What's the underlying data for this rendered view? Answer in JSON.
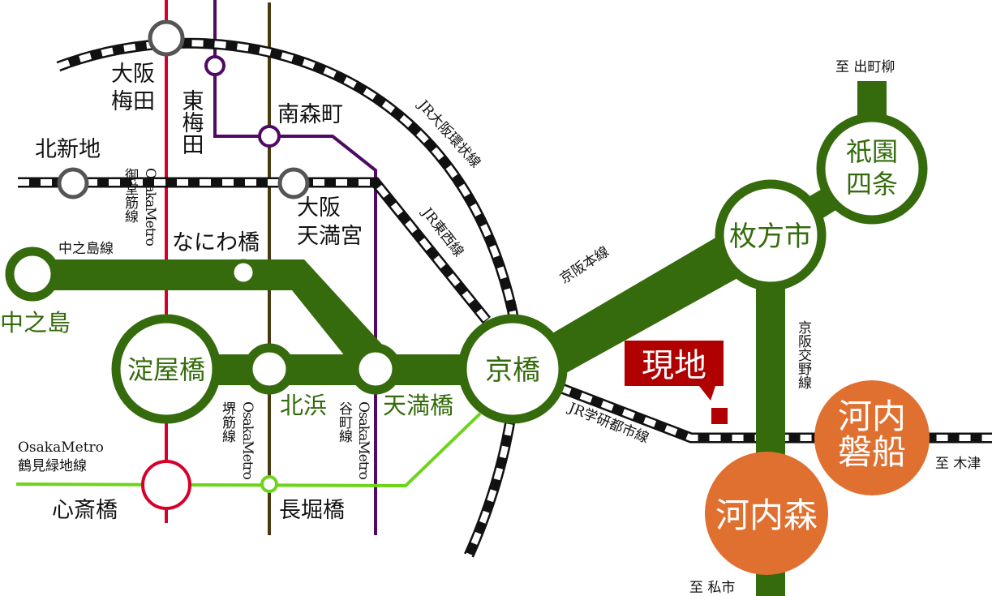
{
  "colors": {
    "keihan_green": "#356b0c",
    "midosuji_red": "#d6002a",
    "tanimachi_purple": "#4f0a64",
    "sakaisuji_brown": "#4a3a10",
    "tsurumi_green": "#6cd41a",
    "kawachi_orange": "#e07030",
    "site_red": "#b00000",
    "station_gray": "#555555"
  },
  "lines": {
    "jr_loop": "JR大阪環状線",
    "jr_tozai": "JR東西線",
    "keihan_main": "京阪本線",
    "nakanoshima": "中之島線",
    "midosuji": "御堂筋線",
    "sakaisuji": "堺筋線",
    "tanimachi": "谷町線",
    "osaka_metro": "OsakaMetro",
    "tsurumi_metro": "OsakaMetro",
    "tsurumi": "鶴見緑地線",
    "katano": "京阪交野線",
    "gakkentoshi": "JR学研都市線"
  },
  "stations": {
    "osaka": "大阪",
    "umeda": "梅田",
    "higashi_umeda": "東梅田",
    "minamimorimachi": "南森町",
    "kitashinchi": "北新地",
    "osaka_tenmangu_1": "大阪",
    "osaka_tenmangu_2": "天満宮",
    "naniwabashi": "なにわ橋",
    "nakanoshima": "中之島",
    "yodoyabashi": "淀屋橋",
    "kitahama": "北浜",
    "tenmabashi": "天満橋",
    "kyobashi": "京橋",
    "shinsaibashi": "心斎橋",
    "nagahoribashi": "長堀橋",
    "hirakatashi": "枚方市",
    "gion_1": "祇園",
    "gion_2": "四条",
    "kawachimori": "河内森",
    "kawachi_iwafune_1": "河内",
    "kawachi_iwafune_2": "磐船"
  },
  "directions": {
    "demachiyanagi": "至 出町柳",
    "kizu": "至 木津",
    "kisaichi": "至 私市"
  },
  "site_label": "現地"
}
